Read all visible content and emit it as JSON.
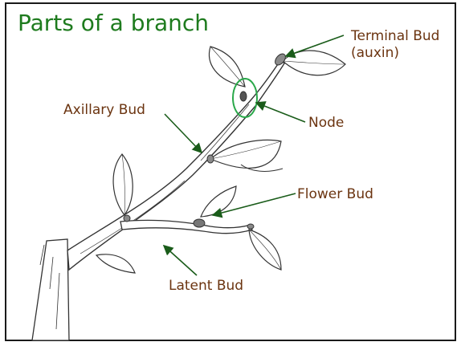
{
  "title": "Parts of a branch",
  "labels": {
    "terminal_bud_line1": "Terminal Bud",
    "terminal_bud_line2": "(auxin)",
    "axillary_bud": "Axillary Bud",
    "node": "Node",
    "flower_bud": "Flower Bud",
    "latent_bud": "Latent Bud"
  },
  "colors": {
    "title": "#1e7b1e",
    "label": "#6b3410",
    "arrow": "#1a5c1a",
    "node_circle": "#2aa84a"
  }
}
